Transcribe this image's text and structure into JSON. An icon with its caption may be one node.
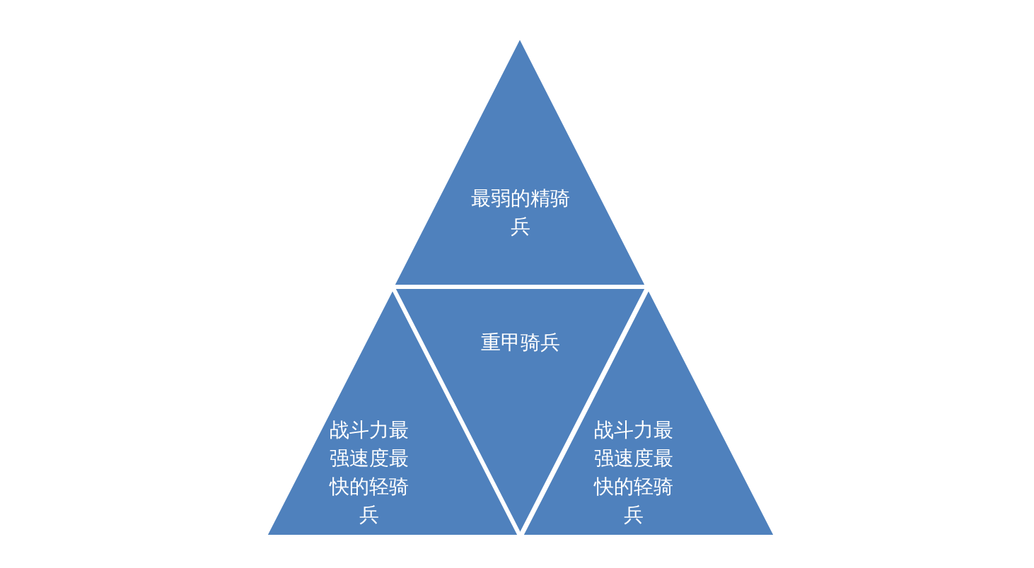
{
  "diagram": {
    "nodes": [
      {
        "text": [
          "最弱的精骑兵"
        ]
      },
      {
        "text": [
          "重甲骑兵"
        ]
      },
      {
        "text": [
          "战斗力最强速度最快的轻骑兵"
        ]
      },
      {
        "text": [
          "战斗力最强速度最快的轻骑兵"
        ]
      }
    ]
  }
}
